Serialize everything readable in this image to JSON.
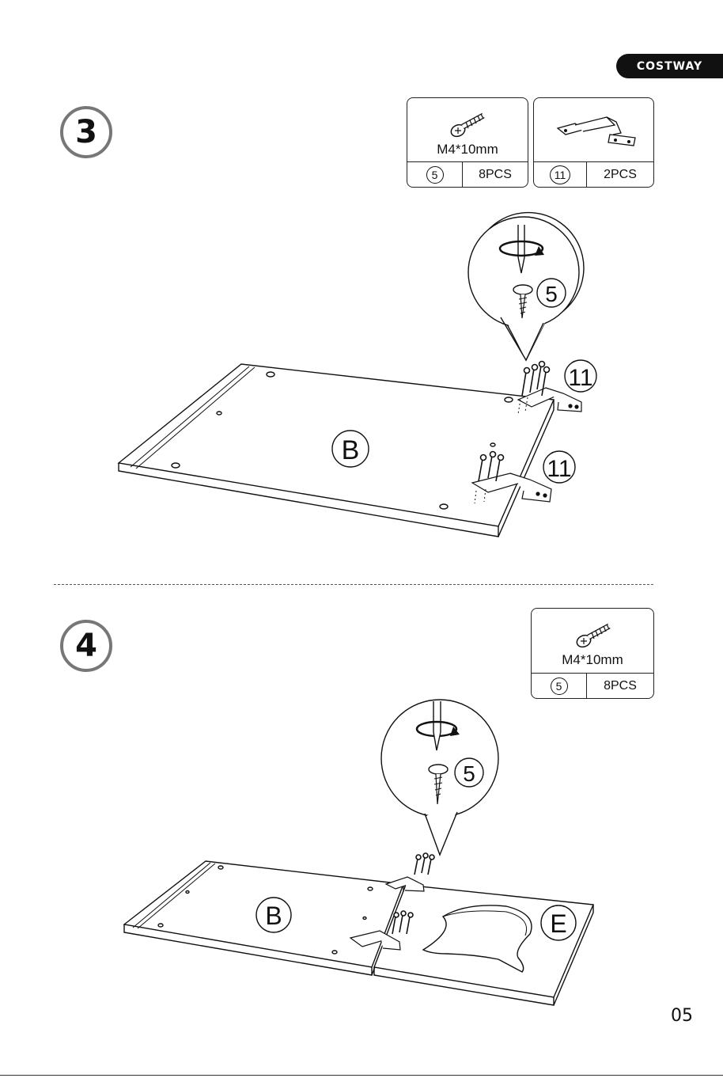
{
  "brand": "COSTWAY",
  "page_number": "05",
  "step3": {
    "number": "3",
    "parts": [
      {
        "icon": "screw-icon",
        "size": "M4*10mm",
        "id": "5",
        "qty": "8PCS"
      },
      {
        "icon": "hinge-icon",
        "size": "",
        "id": "11",
        "qty": "2PCS"
      }
    ],
    "callouts": {
      "screw_id": "5",
      "hinge_top": "11",
      "hinge_bottom": "11",
      "panel": "B"
    }
  },
  "step4": {
    "number": "4",
    "parts": [
      {
        "icon": "screw-icon",
        "size": "M4*10mm",
        "id": "5",
        "qty": "8PCS"
      }
    ],
    "callouts": {
      "screw_id": "5",
      "panel_left": "B",
      "panel_right": "E"
    }
  }
}
